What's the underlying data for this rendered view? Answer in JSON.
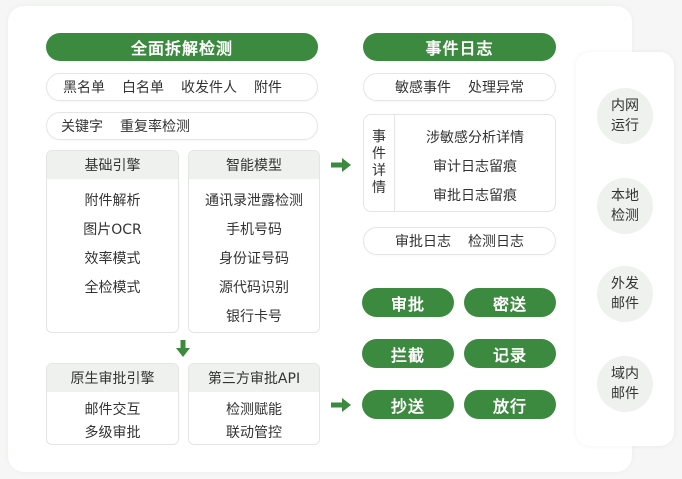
{
  "left": {
    "title": "全面拆解检测",
    "filters_row1": [
      "黑名单",
      "白名单",
      "收发件人",
      "附件"
    ],
    "filters_row2": [
      "关键字",
      "重复率检测"
    ],
    "engine_card": {
      "title": "基础引擎",
      "items": [
        "附件解析",
        "图片OCR",
        "效率模式",
        "全检模式"
      ]
    },
    "model_card": {
      "title": "智能模型",
      "items": [
        "通讯录泄露检测",
        "手机号码",
        "身份证号码",
        "源代码识别",
        "银行卡号"
      ]
    },
    "native_card": {
      "title": "原生审批引擎",
      "items": [
        "邮件交互",
        "多级审批"
      ]
    },
    "third_card": {
      "title": "第三方审批API",
      "items": [
        "检测赋能",
        "联动管控"
      ]
    }
  },
  "middle": {
    "title": "事件日志",
    "row1": [
      "敏感事件",
      "处理异常"
    ],
    "detail_label": "事件详情",
    "detail_items": [
      "涉敏感分析详情",
      "审计日志留痕",
      "审批日志留痕"
    ],
    "row2": [
      "审批日志",
      "检测日志"
    ],
    "actions": [
      "审批",
      "密送",
      "拦截",
      "记录",
      "抄送",
      "放行"
    ]
  },
  "right": {
    "circles": [
      [
        "内网",
        "运行"
      ],
      [
        "本地",
        "检测"
      ],
      [
        "外发",
        "邮件"
      ],
      [
        "域内",
        "邮件"
      ]
    ]
  },
  "colors": {
    "accent": "#3c8a3f",
    "card_head": "#eef1ee",
    "border": "#e3e6e3"
  }
}
